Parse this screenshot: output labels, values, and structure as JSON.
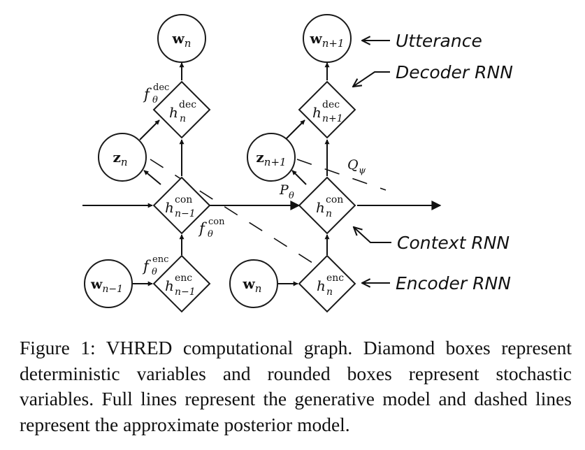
{
  "nodes": {
    "w_n_top": {
      "base": "w",
      "sub": "n"
    },
    "w_n1_top": {
      "base": "w",
      "sub": "n+1"
    },
    "h_dec_n": {
      "base": "h",
      "sup": "dec",
      "sub": "n"
    },
    "h_dec_n1": {
      "base": "h",
      "sup": "dec",
      "sub": "n+1"
    },
    "z_n": {
      "base": "z",
      "sub": "n"
    },
    "z_n1": {
      "base": "z",
      "sub": "n+1"
    },
    "h_con_nm1": {
      "base": "h",
      "sup": "con",
      "sub": "n−1"
    },
    "h_con_n": {
      "base": "h",
      "sup": "con",
      "sub": "n"
    },
    "w_nm1_bottom": {
      "base": "w",
      "sub": "n−1"
    },
    "w_n_bottom": {
      "base": "w",
      "sub": "n"
    },
    "h_enc_nm1": {
      "base": "h",
      "sup": "enc",
      "sub": "n−1"
    },
    "h_enc_n": {
      "base": "h",
      "sup": "enc",
      "sub": "n"
    }
  },
  "edge_labels": {
    "f_dec": {
      "base": "f",
      "sup": "dec",
      "sub": "θ"
    },
    "f_con": {
      "base": "f",
      "sup": "con",
      "sub": "θ"
    },
    "f_enc": {
      "base": "f",
      "sup": "enc",
      "sub": "θ"
    },
    "p_theta": {
      "base": "P",
      "sub": "θ"
    },
    "q_psi": {
      "base": "Q",
      "sub": "ψ"
    }
  },
  "annotations": {
    "utterance": "Utterance",
    "decoder_rnn": "Decoder RNN",
    "context_rnn": "Context RNN",
    "encoder_rnn": "Encoder RNN"
  },
  "caption": "Figure 1: VHRED computational graph. Diamond boxes represent deterministic variables and rounded boxes represent stochastic variables. Full lines represent the generative model and dashed lines represent the approximate posterior model."
}
